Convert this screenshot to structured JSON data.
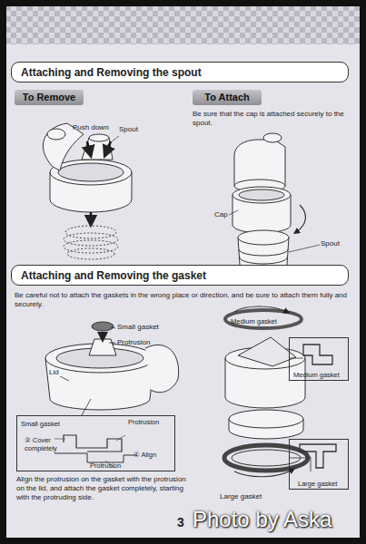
{
  "diagram": {
    "nodes": [
      {
        "text": [
          "Attaching and Removing the spout"
        ]
      },
      {
        "text": [
          "To Remove"
        ]
      },
      {
        "text": [
          "To Attach"
        ]
      },
      {
        "text": [
          "Attaching and Removing the gasket"
        ]
      },
      {
        "text": [
          "Small gasket",
          "Protrusion",
          "② Cover completely",
          "① Align",
          "Protrusion"
        ]
      },
      {
        "text": [
          "Medium gasket"
        ]
      },
      {
        "text": [
          "Large gasket"
        ]
      }
    ],
    "labels": [
      "Be sure that the cap is attached securely to the spout.",
      "Push down",
      "Spout",
      "Cap",
      "Spout",
      "Be careful not to attach the gaskets in the wrong place or direction, and be sure to attach them fully and securely.",
      "Small gasket",
      "Protrusion",
      "Lid",
      "Align the protrusion on the gasket with the protrusion on the lid, and attach the gasket completely, starting with the protruding side.",
      "Medium gasket",
      "Large gasket",
      "3",
      "Photo by Aska"
    ]
  }
}
